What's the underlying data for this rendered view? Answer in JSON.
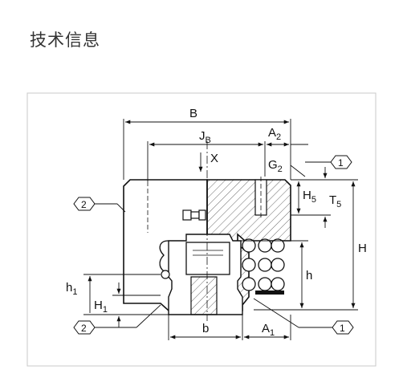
{
  "header": {
    "title": "技术信息"
  },
  "drawing": {
    "labels": {
      "B": "B",
      "JB": "J",
      "JB_sub": "B",
      "A2": "A",
      "A2_sub": "2",
      "X": "X",
      "G2": "G",
      "G2_sub": "2",
      "H5": "H",
      "H5_sub": "5",
      "T5": "T",
      "T5_sub": "5",
      "H": "H",
      "h": "h",
      "h1": "h",
      "h1_sub": "1",
      "H1": "H",
      "H1_sub": "1",
      "b": "b",
      "A1": "A",
      "A1_sub": "1"
    },
    "callouts": {
      "c1_top": "1",
      "c2_left": "2",
      "c2_bottom": "2",
      "c1_bottom": "1"
    }
  }
}
